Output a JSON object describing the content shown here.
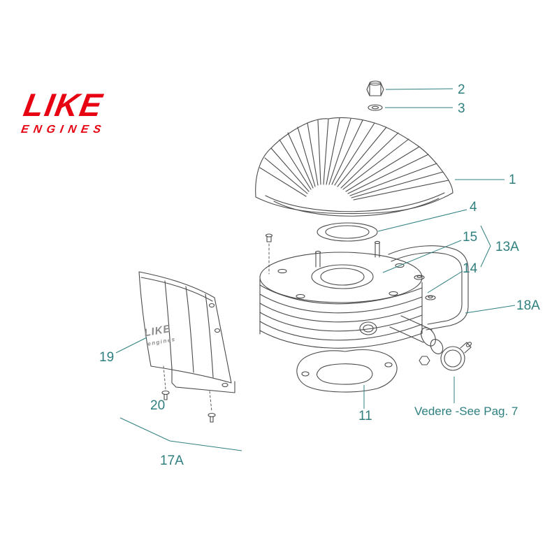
{
  "colors": {
    "label": "#2f7f7f",
    "logo": "#e60012",
    "line": "#4a4a4a",
    "background": "#ffffff"
  },
  "logo": {
    "line1": "LIKE",
    "line2": "ENGINES"
  },
  "shroud_logo": {
    "line1": "LIKE",
    "line2": "engines"
  },
  "labels": {
    "n1": "1",
    "n2": "2",
    "n3": "3",
    "n4": "4",
    "n11": "11",
    "n13a": "13A",
    "n14": "14",
    "n15": "15",
    "n17a": "17A",
    "n18a": "18A",
    "n19": "19",
    "n20": "20"
  },
  "note": {
    "text": "Vedere -See Pag. 7"
  }
}
